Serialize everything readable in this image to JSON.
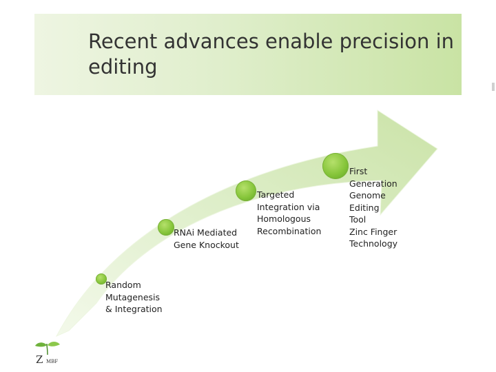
{
  "slide": {
    "title": "Recent advances enable precision in editing"
  },
  "colors": {
    "title_band": "#d4e8b8",
    "arrow_fill": "#d8ebc0",
    "milestone_dot": "#86c53a",
    "text": "#222222"
  },
  "milestones": [
    {
      "label_lines": [
        "Random",
        "Mutagenesis",
        "& Integration"
      ]
    },
    {
      "label_lines": [
        "RNAi Mediated",
        "Gene Knockout"
      ]
    },
    {
      "label_lines": [
        "Targeted",
        "Integration via",
        "Homologous",
        "Recombination"
      ]
    },
    {
      "label_lines": [
        "First",
        "Generation",
        "Genome",
        "Editing",
        "Tool",
        "Zinc Finger",
        "Technology"
      ]
    }
  ],
  "logo": {
    "letter": "Z",
    "subtext": "MBF",
    "icon": "sprout-icon"
  }
}
